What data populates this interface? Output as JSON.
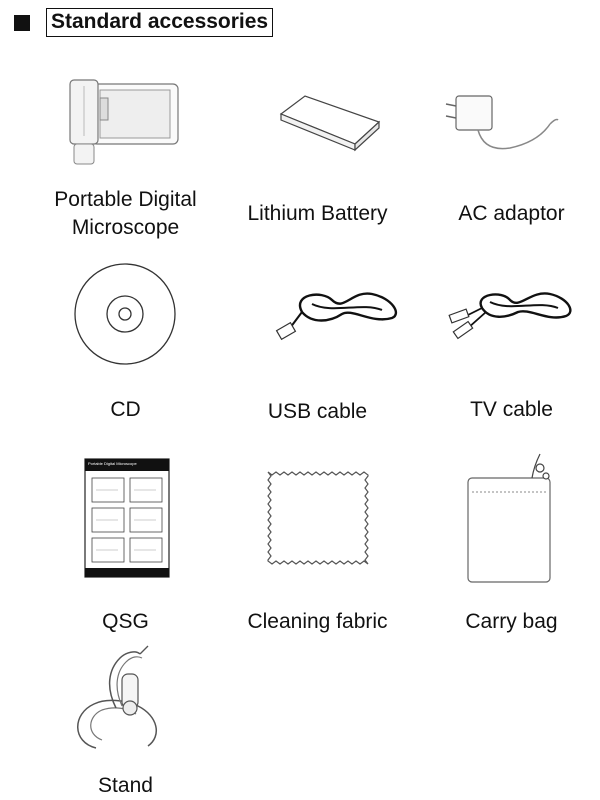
{
  "section": {
    "title": "Standard accessories"
  },
  "items": [
    {
      "label": "Portable Digital\nMicroscope",
      "icon": "microscope-icon"
    },
    {
      "label": "Lithium Battery",
      "icon": "battery-icon"
    },
    {
      "label": "AC adaptor",
      "icon": "ac-adaptor-icon"
    },
    {
      "label": "CD",
      "icon": "cd-icon"
    },
    {
      "label": "USB cable",
      "icon": "usb-cable-icon"
    },
    {
      "label": "TV cable",
      "icon": "tv-cable-icon"
    },
    {
      "label": "QSG",
      "icon": "qsg-booklet-icon"
    },
    {
      "label": "Cleaning fabric",
      "icon": "cleaning-fabric-icon"
    },
    {
      "label": "Carry bag",
      "icon": "carry-bag-icon"
    },
    {
      "label": "Stand",
      "icon": "stand-icon"
    }
  ],
  "qsg_booklet": {
    "heading": "Portable Digital Microscope"
  }
}
